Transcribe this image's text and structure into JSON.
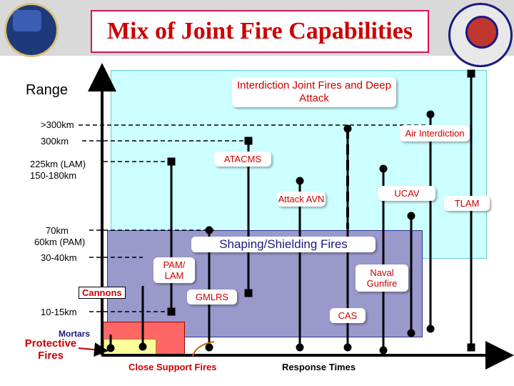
{
  "title": "Mix of Joint Fire Capabilities",
  "range_title": "Range",
  "range_labels": [
    ">300km",
    "300km",
    "225km (LAM)",
    "150-180km",
    "70km",
    "60km (PAM)",
    "30-40km",
    "10-15km"
  ],
  "regions": {
    "interdiction": "Interdiction Joint Fires and Deep Attack",
    "shaping": "Shaping/Shielding Fires",
    "close_support": "Close Support Fires",
    "protective": "Protective Fires"
  },
  "systems": [
    "Air Interdiction",
    "ATACMS",
    "UCAV",
    "TLAM",
    "Attack AVN",
    "PAM/ LAM",
    "Naval Gunfire",
    "GMLRS",
    "CAS",
    "Cannons",
    "Mortars"
  ],
  "x_axis_label": "Response Times",
  "colors": {
    "title_red": "#cc0000",
    "interdiction_region": "#ccffff",
    "shaping_region": "#9999cc",
    "close_support_region": "#ff6666",
    "protective_region": "#ffff99"
  },
  "icons": [
    "pm-seal-left",
    "pm-cas-seal-right",
    "range-axis-arrow",
    "response-time-arrow"
  ]
}
